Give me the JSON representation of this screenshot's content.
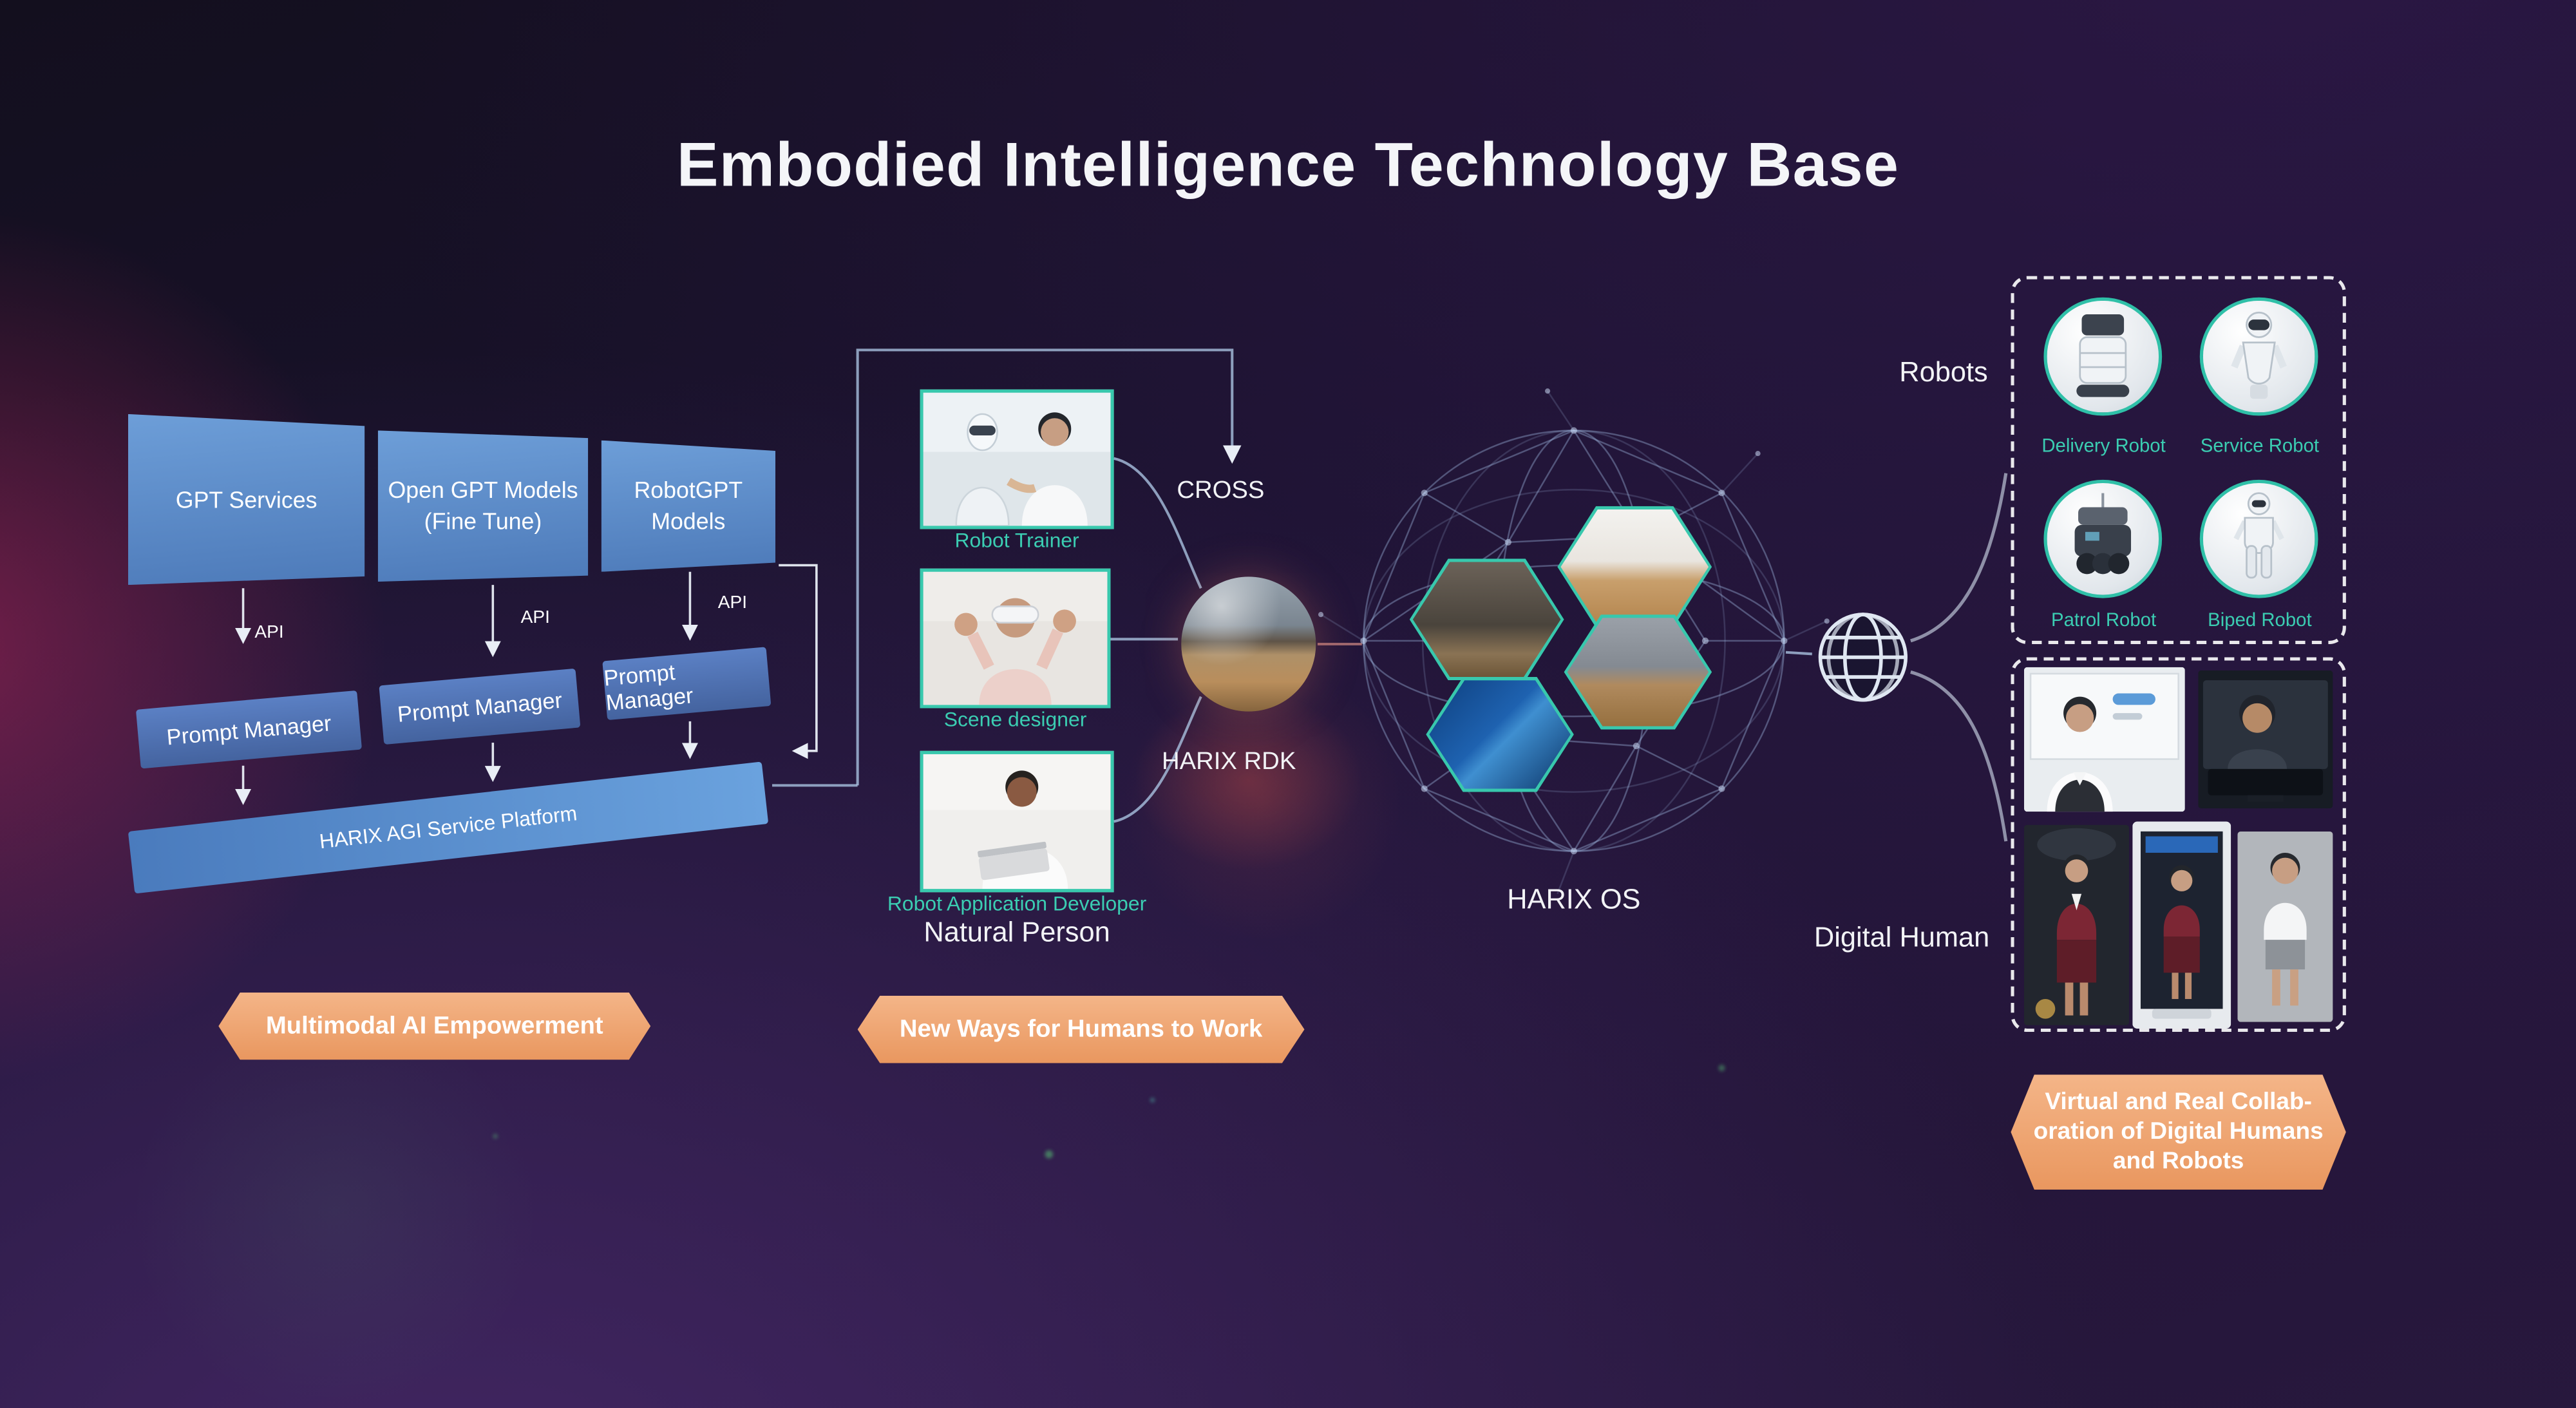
{
  "title": "Embodied Intelligence Technology Base",
  "colors": {
    "accent_teal": "#38C8AD",
    "banner_orange": "#EDA36F",
    "box_blue": "#5B8FD4",
    "connector_blue": "#A9C2E0"
  },
  "left": {
    "gpt_boxes": [
      {
        "label": "GPT Services"
      },
      {
        "label": "Open GPT Models (Fine Tune)"
      },
      {
        "label": "RobotGPT Models"
      }
    ],
    "api_label": "API",
    "prompt_manager_label": "Prompt Manager",
    "platform_label": "HARIX AGI Service Platform",
    "banner": "Multimodal AI Empowerment"
  },
  "middle": {
    "persons": [
      {
        "label": "Robot Trainer"
      },
      {
        "label": "Scene designer"
      },
      {
        "label": "Robot Application Developer"
      }
    ],
    "group_label": "Natural Person",
    "cross_label": "CROSS",
    "rdk_label": "HARIX RDK",
    "banner": "New Ways for Humans to Work"
  },
  "core": {
    "os_label": "HARIX OS"
  },
  "right": {
    "robots_label": "Robots",
    "robots": [
      {
        "label": "Delivery Robot"
      },
      {
        "label": "Service Robot"
      },
      {
        "label": "Patrol Robot"
      },
      {
        "label": "Biped Robot"
      }
    ],
    "digital_human_label": "Digital Human",
    "banner_lines": [
      "Virtual and Real Collab-",
      "oration of Digital Humans",
      "and Robots"
    ]
  }
}
